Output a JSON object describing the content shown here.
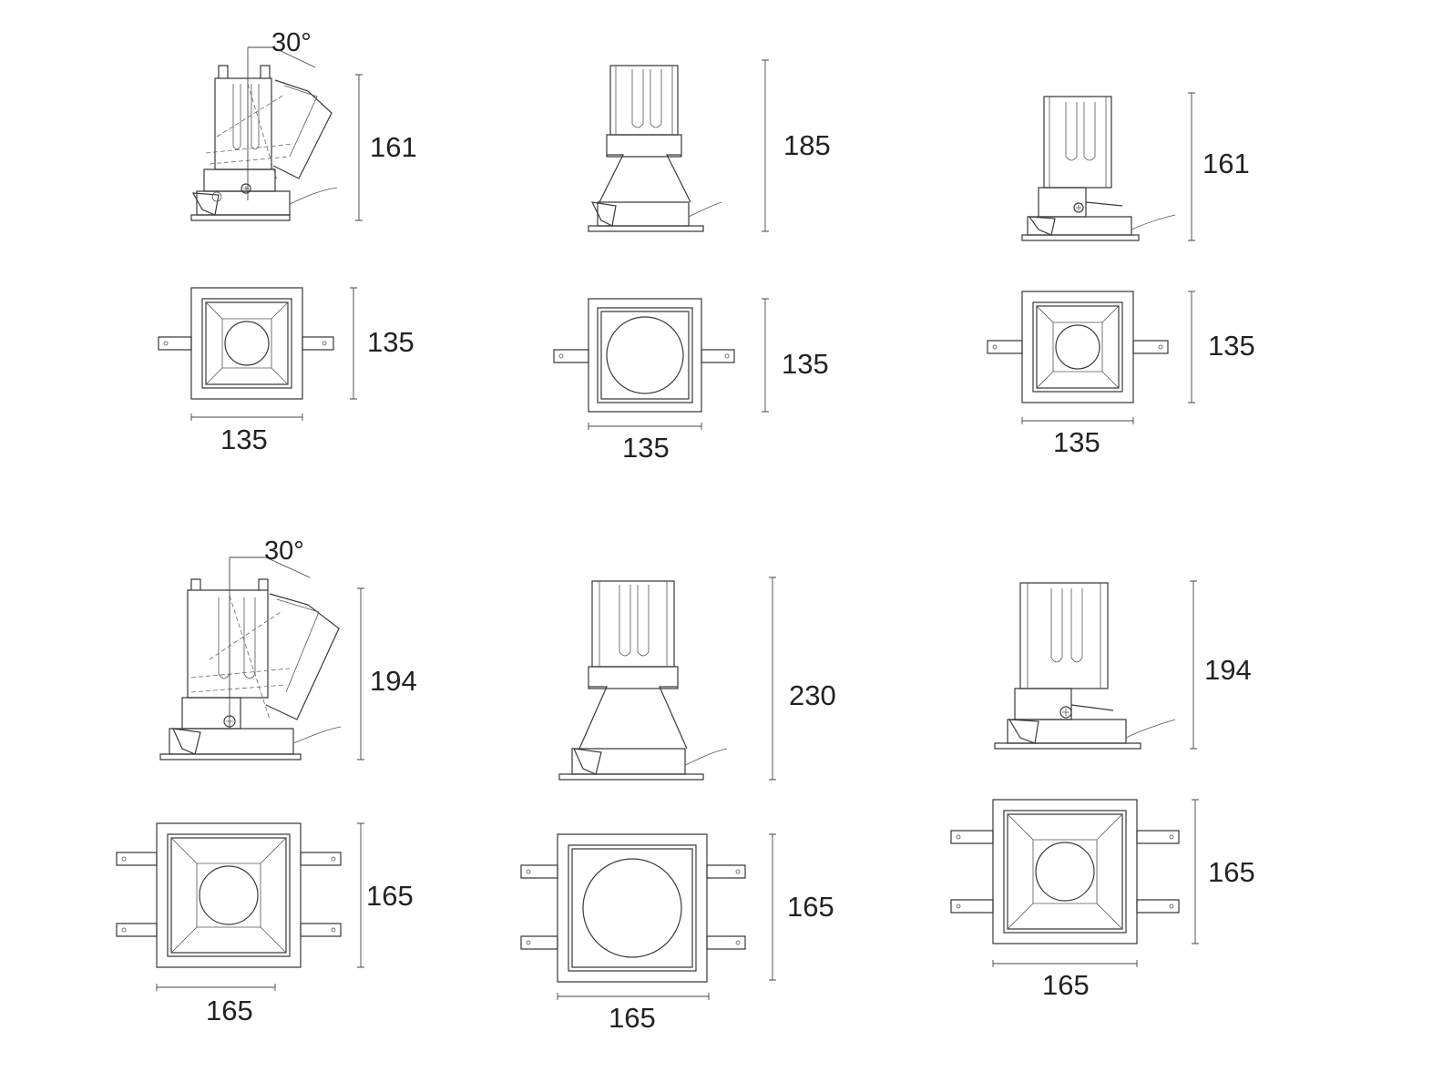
{
  "row1": {
    "tilted": {
      "angle": "30°",
      "height": "161",
      "width": "135",
      "depth": "135"
    },
    "fixed": {
      "height": "185",
      "width": "135",
      "depth": "135"
    },
    "short": {
      "height": "161",
      "width": "135",
      "depth": "135"
    }
  },
  "row2": {
    "tilted": {
      "angle": "30°",
      "height": "194",
      "width": "165",
      "depth": "165"
    },
    "fixed": {
      "height": "230",
      "width": "165",
      "depth": "165"
    },
    "short": {
      "height": "194",
      "width": "165",
      "depth": "165"
    }
  }
}
